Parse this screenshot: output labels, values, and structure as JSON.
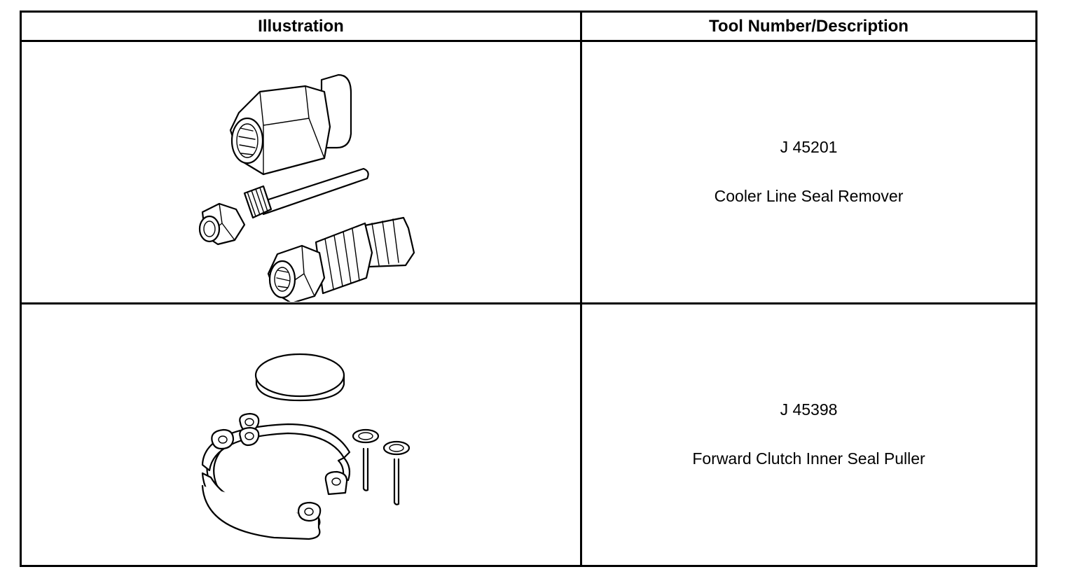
{
  "table": {
    "headers": {
      "illustration": "Illustration",
      "tool": "Tool Number/Description"
    },
    "rows": [
      {
        "tool_number": "J 45201",
        "description": "Cooler Line Seal Remover",
        "illustration_icon": "cooler-line-seal-remover-icon"
      },
      {
        "tool_number": "J 45398",
        "description": "Forward Clutch Inner Seal Puller",
        "illustration_icon": "forward-clutch-inner-seal-puller-icon"
      }
    ]
  },
  "colors": {
    "border": "#000000",
    "background": "#ffffff"
  }
}
